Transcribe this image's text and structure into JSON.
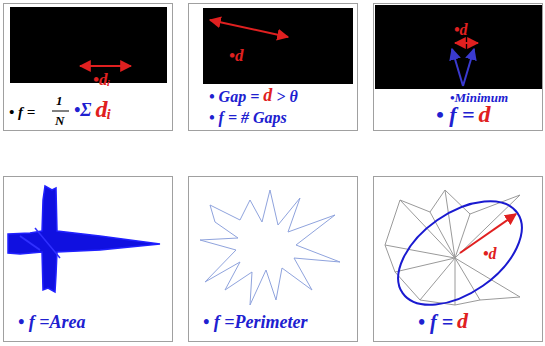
{
  "diagram": {
    "nodes": [
      {
        "text": [
          "•dᵢ",
          "• f =",
          "1",
          "N",
          "•Σ",
          "dᵢ"
        ]
      },
      {
        "text": [
          "•d",
          "• Gap =",
          "d",
          "> θ",
          "• f = # Gaps"
        ]
      },
      {
        "text": [
          "•d",
          "•Minimum",
          "• f =",
          "d"
        ]
      },
      {
        "text": [
          "• f =Area"
        ]
      },
      {
        "text": [
          "• f =Perimeter"
        ]
      },
      {
        "text": [
          "•d",
          "• f =",
          "d"
        ]
      }
    ]
  }
}
